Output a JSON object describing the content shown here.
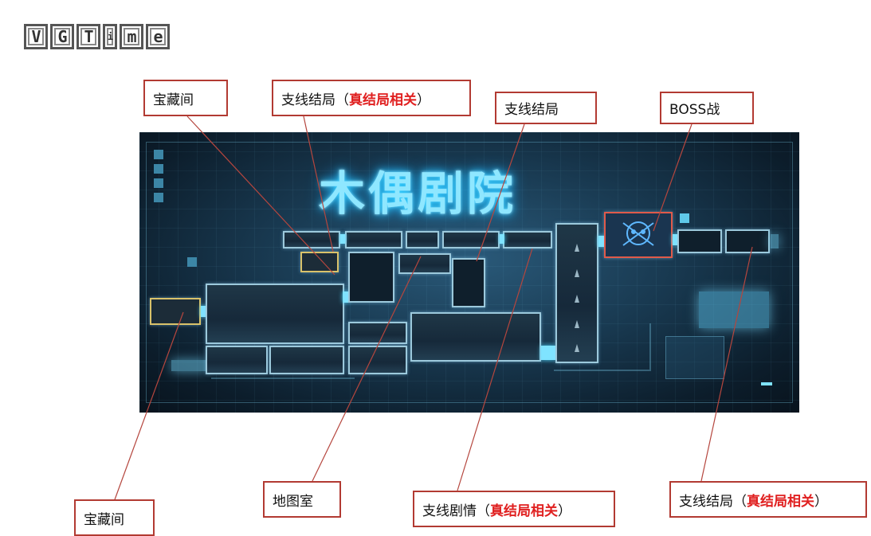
{
  "watermark": {
    "letters": [
      "V",
      "G",
      "T",
      "i",
      "m",
      "e"
    ]
  },
  "map": {
    "title": "木偶剧院"
  },
  "callouts": [
    {
      "id": "treasure-top",
      "text": "宝藏间",
      "highlight": "",
      "suffix": ""
    },
    {
      "id": "side-ending-true-1",
      "text": "支线结局（",
      "highlight": "真结局相关",
      "suffix": "）"
    },
    {
      "id": "side-ending",
      "text": "支线结局",
      "highlight": "",
      "suffix": ""
    },
    {
      "id": "boss",
      "text": "BOSS战",
      "highlight": "",
      "suffix": ""
    },
    {
      "id": "treasure-bottom",
      "text": "宝藏间",
      "highlight": "",
      "suffix": ""
    },
    {
      "id": "map-room",
      "text": "地图室",
      "highlight": "",
      "suffix": ""
    },
    {
      "id": "side-story-true",
      "text": "支线剧情（",
      "highlight": "真结局相关",
      "suffix": "）"
    },
    {
      "id": "side-ending-true-2",
      "text": "支线结局（",
      "highlight": "真结局相关",
      "suffix": "）"
    }
  ],
  "colors": {
    "callout_border": "#b23a32",
    "highlight_text": "#e02020",
    "map_glow": "#7fe3ff"
  }
}
